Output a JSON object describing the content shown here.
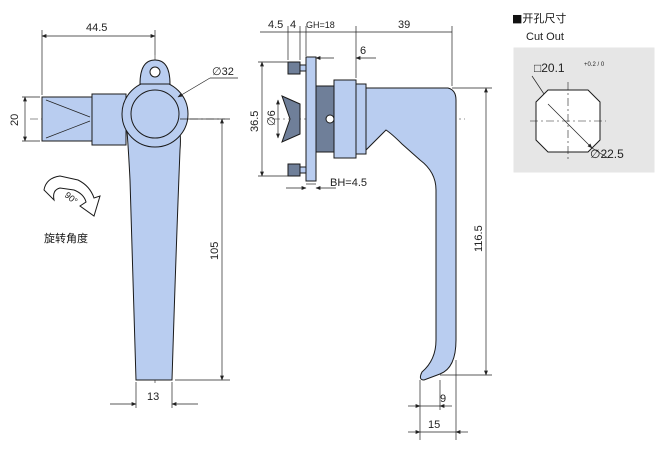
{
  "front_view": {
    "dim_width": "44.5",
    "dim_diameter": "∅32",
    "dim_height": "20",
    "dim_length": "105",
    "dim_handle_width": "13",
    "rotation_angle": "90°",
    "rotation_label": "旋转角度"
  },
  "side_view": {
    "dim_a": "4.5",
    "dim_b": "4",
    "dim_gh": "GH=18",
    "dim_top": "39",
    "dim_six": "6",
    "dim_36_5": "36.5",
    "dim_phi6": "∅6",
    "dim_bh": "BH=4.5",
    "dim_116_5": "116.5",
    "dim_9": "9",
    "dim_15": "15"
  },
  "cutout": {
    "title_cn": "■开孔尺寸",
    "title_en": "Cut Out",
    "square_size": "□20.1",
    "tolerance": "+0.2 / 0",
    "diameter": "∅22.5",
    "bg_color": "#e6e6e6"
  },
  "colors": {
    "part_fill": "#b9cdf0",
    "part_dark": "#6f7f99",
    "line": "#1a1a1a"
  }
}
